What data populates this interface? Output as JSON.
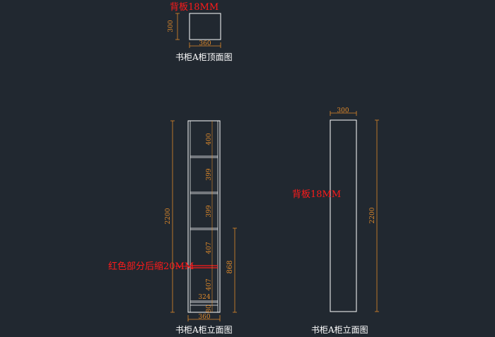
{
  "colors": {
    "background": "#212830",
    "line": "#ffffff",
    "dimension": "#e08a2a",
    "note": "#ff1a1a",
    "caption": "#ffffff"
  },
  "top_view": {
    "title": "书柜A柜顶面图",
    "note": "背板18MM",
    "dim_width": "360",
    "dim_depth": "300"
  },
  "front_elevation": {
    "title": "书柜A柜立面图",
    "note": "红色部分后缩20MM",
    "dim_height": "2200",
    "dim_width": "360",
    "dim_lower": "868",
    "shelf_dims": [
      "400",
      "399",
      "399",
      "407",
      "407",
      "324",
      "80"
    ]
  },
  "side_elevation": {
    "title": "书柜A柜立面图",
    "note": "背板18MM",
    "dim_depth": "300",
    "dim_height": "2200"
  }
}
